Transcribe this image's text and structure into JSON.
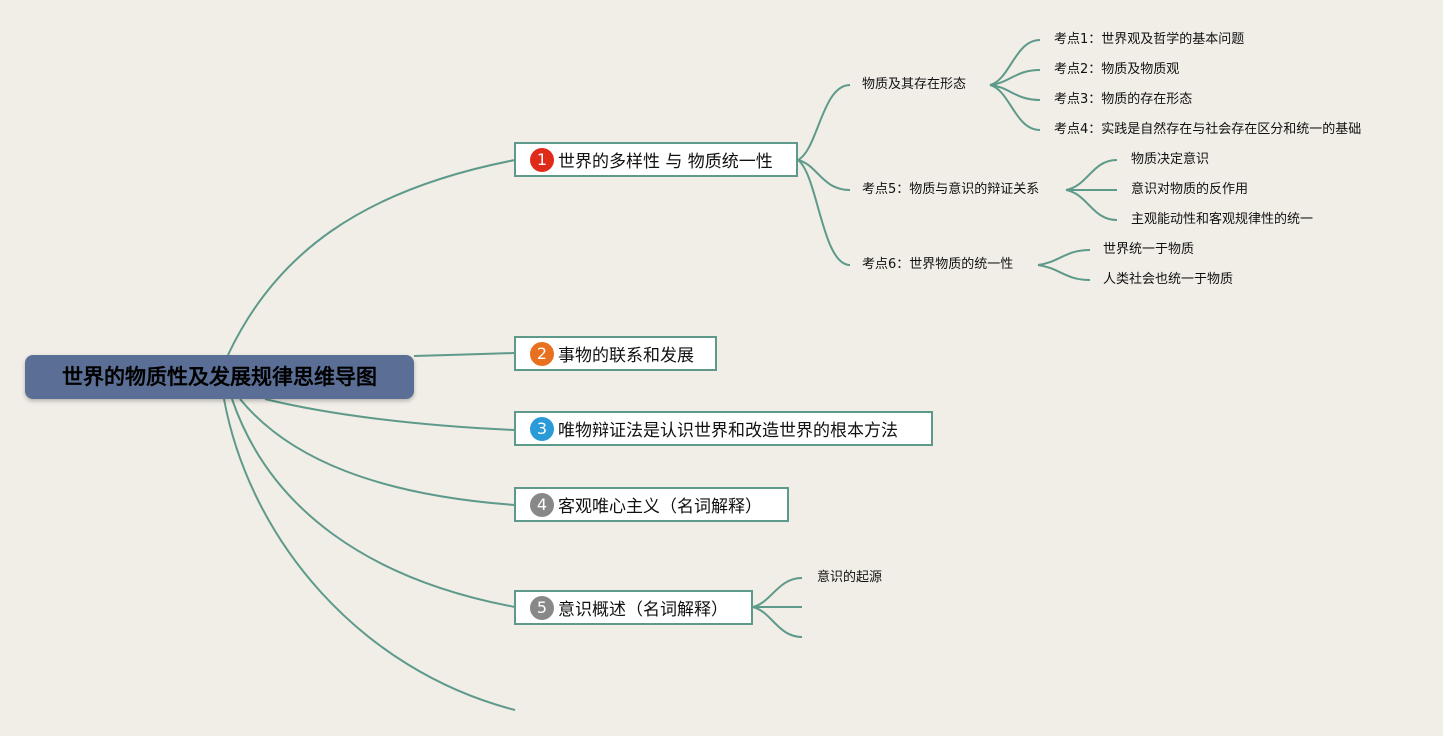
{
  "root": {
    "title": "世界的物质性及发展规律思维导图"
  },
  "branches": [
    {
      "number": "1",
      "badge_color": "#e02a1a",
      "label": "世界的多样性 与 物质统一性",
      "children": [
        {
          "label": "物质及其存在形态",
          "children": [
            "考点1：世界观及哲学的基本问题",
            "考点2：物质及物质观",
            "考点3：物质的存在形态",
            "考点4：实践是自然存在与社会存在区分和统一的基础"
          ]
        },
        {
          "label": "考点5：物质与意识的辩证关系",
          "children": [
            "物质决定意识",
            "意识对物质的反作用",
            "主观能动性和客观规律性的统一"
          ]
        },
        {
          "label": "考点6：世界物质的统一性",
          "children": [
            "世界统一于物质",
            "人类社会也统一于物质"
          ]
        }
      ]
    },
    {
      "number": "2",
      "badge_color": "#e8701e",
      "label": "事物的联系和发展"
    },
    {
      "number": "3",
      "badge_color": "#2b9bd8",
      "label": "唯物辩证法是认识世界和改造世界的根本方法"
    },
    {
      "number": "4",
      "badge_color": "#888888",
      "label": "客观唯心主义（名词解释）"
    },
    {
      "number": "5",
      "badge_color": "#888888",
      "label": "意识概述（名词解释）",
      "children": [
        {
          "label": "意识的起源"
        }
      ]
    }
  ],
  "colors": {
    "background": "#f1ede7",
    "root_fill": "#5b6f96",
    "connector": "#5d9a8a",
    "node_border": "#5d9a8a"
  }
}
